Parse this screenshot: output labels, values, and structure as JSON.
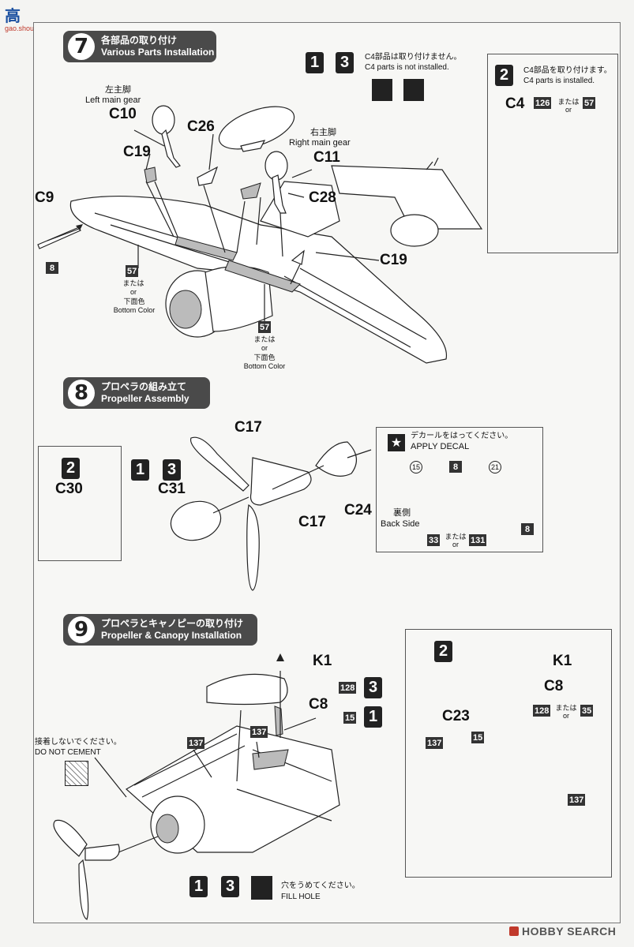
{
  "watermark_top": {
    "hanzi": "高",
    "url": "gao.shou.com"
  },
  "watermark_bottom": "HOBBY SEARCH",
  "step7": {
    "number": "7",
    "title_jp": "各部品の取り付け",
    "title_en": "Various Parts Installation",
    "left_gear_jp": "左主脚",
    "left_gear_en": "Left main gear",
    "right_gear_jp": "右主脚",
    "right_gear_en": "Right main gear",
    "parts": {
      "c10": "C10",
      "c26": "C26",
      "c19a": "C19",
      "c9": "C9",
      "c11": "C11",
      "c28": "C28",
      "c19b": "C19"
    },
    "color_8": "8",
    "color_57a": "57",
    "or_jp_a": "または",
    "or_en_a": "or",
    "bottom_jp_a": "下面色",
    "bottom_en_a": "Bottom Color",
    "color_57b": "57",
    "or_jp_b": "または",
    "or_en_b": "or",
    "bottom_jp_b": "下面色",
    "bottom_en_b": "Bottom Color",
    "ver13": {
      "v1": "1",
      "v3": "3",
      "note_jp": "C4部品は取り付けません。",
      "note_en": "C4 parts is not installed."
    },
    "ver2": {
      "v": "2",
      "note_jp": "C4部品を取り付けます。",
      "note_en": "C4 parts is installed.",
      "part": "C4",
      "c1": "126",
      "or_jp": "または",
      "or_en": "or",
      "c2": "57"
    }
  },
  "step8": {
    "number": "8",
    "title_jp": "プロペラの組み立て",
    "title_en": "Propeller Assembly",
    "ver2": {
      "v": "2",
      "part": "C30"
    },
    "ver13": {
      "v1": "1",
      "v3": "3",
      "part": "C31"
    },
    "parts": {
      "c17a": "C17",
      "c17b": "C17",
      "c24": "C24"
    },
    "decal": {
      "title_jp": "デカールをはってください。",
      "title_en": "APPLY DECAL",
      "n15": "15",
      "c8": "8",
      "n21": "21",
      "back_jp": "裏側",
      "back_en": "Back Side",
      "c33": "33",
      "or_jp": "または",
      "or_en": "or",
      "c131": "131",
      "c8b": "8"
    }
  },
  "step9": {
    "number": "9",
    "title_jp": "プロペラとキャノピーの取り付け",
    "title_en": "Propeller & Canopy Installation",
    "k1": "K1",
    "c8": "C8",
    "c128": "128",
    "v3": "3",
    "c15": "15",
    "v1": "1",
    "c137a": "137",
    "c137b": "137",
    "dnc_jp": "接着しないでください。",
    "dnc_en": "DO NOT CEMENT",
    "fill_jp": "穴をうめてください。",
    "fill_en": "FILL HOLE",
    "b1": "1",
    "b3": "3",
    "ver2": {
      "v": "2",
      "k1": "K1",
      "c8": "C8",
      "c23": "C23",
      "c128": "128",
      "or_jp": "または",
      "or_en": "or",
      "c35": "35",
      "c15": "15",
      "c137a": "137",
      "c137b": "137"
    }
  }
}
